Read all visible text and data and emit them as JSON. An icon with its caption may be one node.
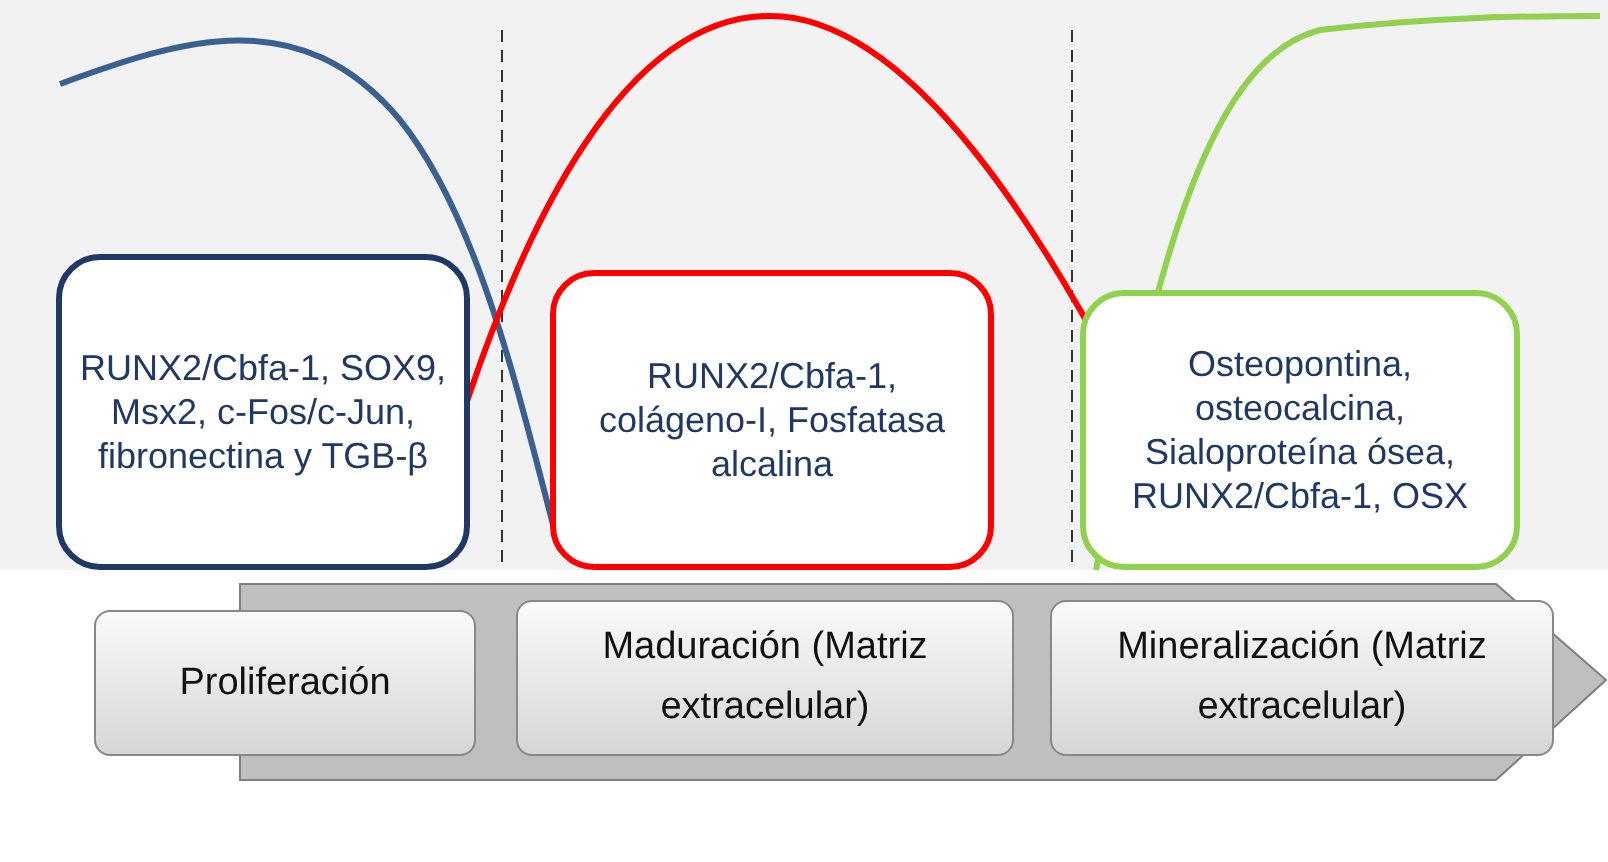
{
  "diagram": {
    "nodes": [
      {
        "text": [
          "RUNX2/Cbfa-1, SOX9, Msx2, c-Fos/c-Jun, fibronectina y TGB-β"
        ]
      },
      {
        "text": [
          "RUNX2/Cbfa-1, colágeno-I, Fosfatasa alcalina"
        ]
      },
      {
        "text": [
          "Osteopontina, osteocalcina, Sialoproteína ósea, RUNX2/Cbfa-1, OSX"
        ]
      },
      {
        "text": [
          "Proliferación"
        ]
      },
      {
        "text": [
          "Maduración (Matriz extracelular)"
        ]
      },
      {
        "text": [
          "Mineralización (Matriz extracelular)"
        ]
      }
    ]
  }
}
